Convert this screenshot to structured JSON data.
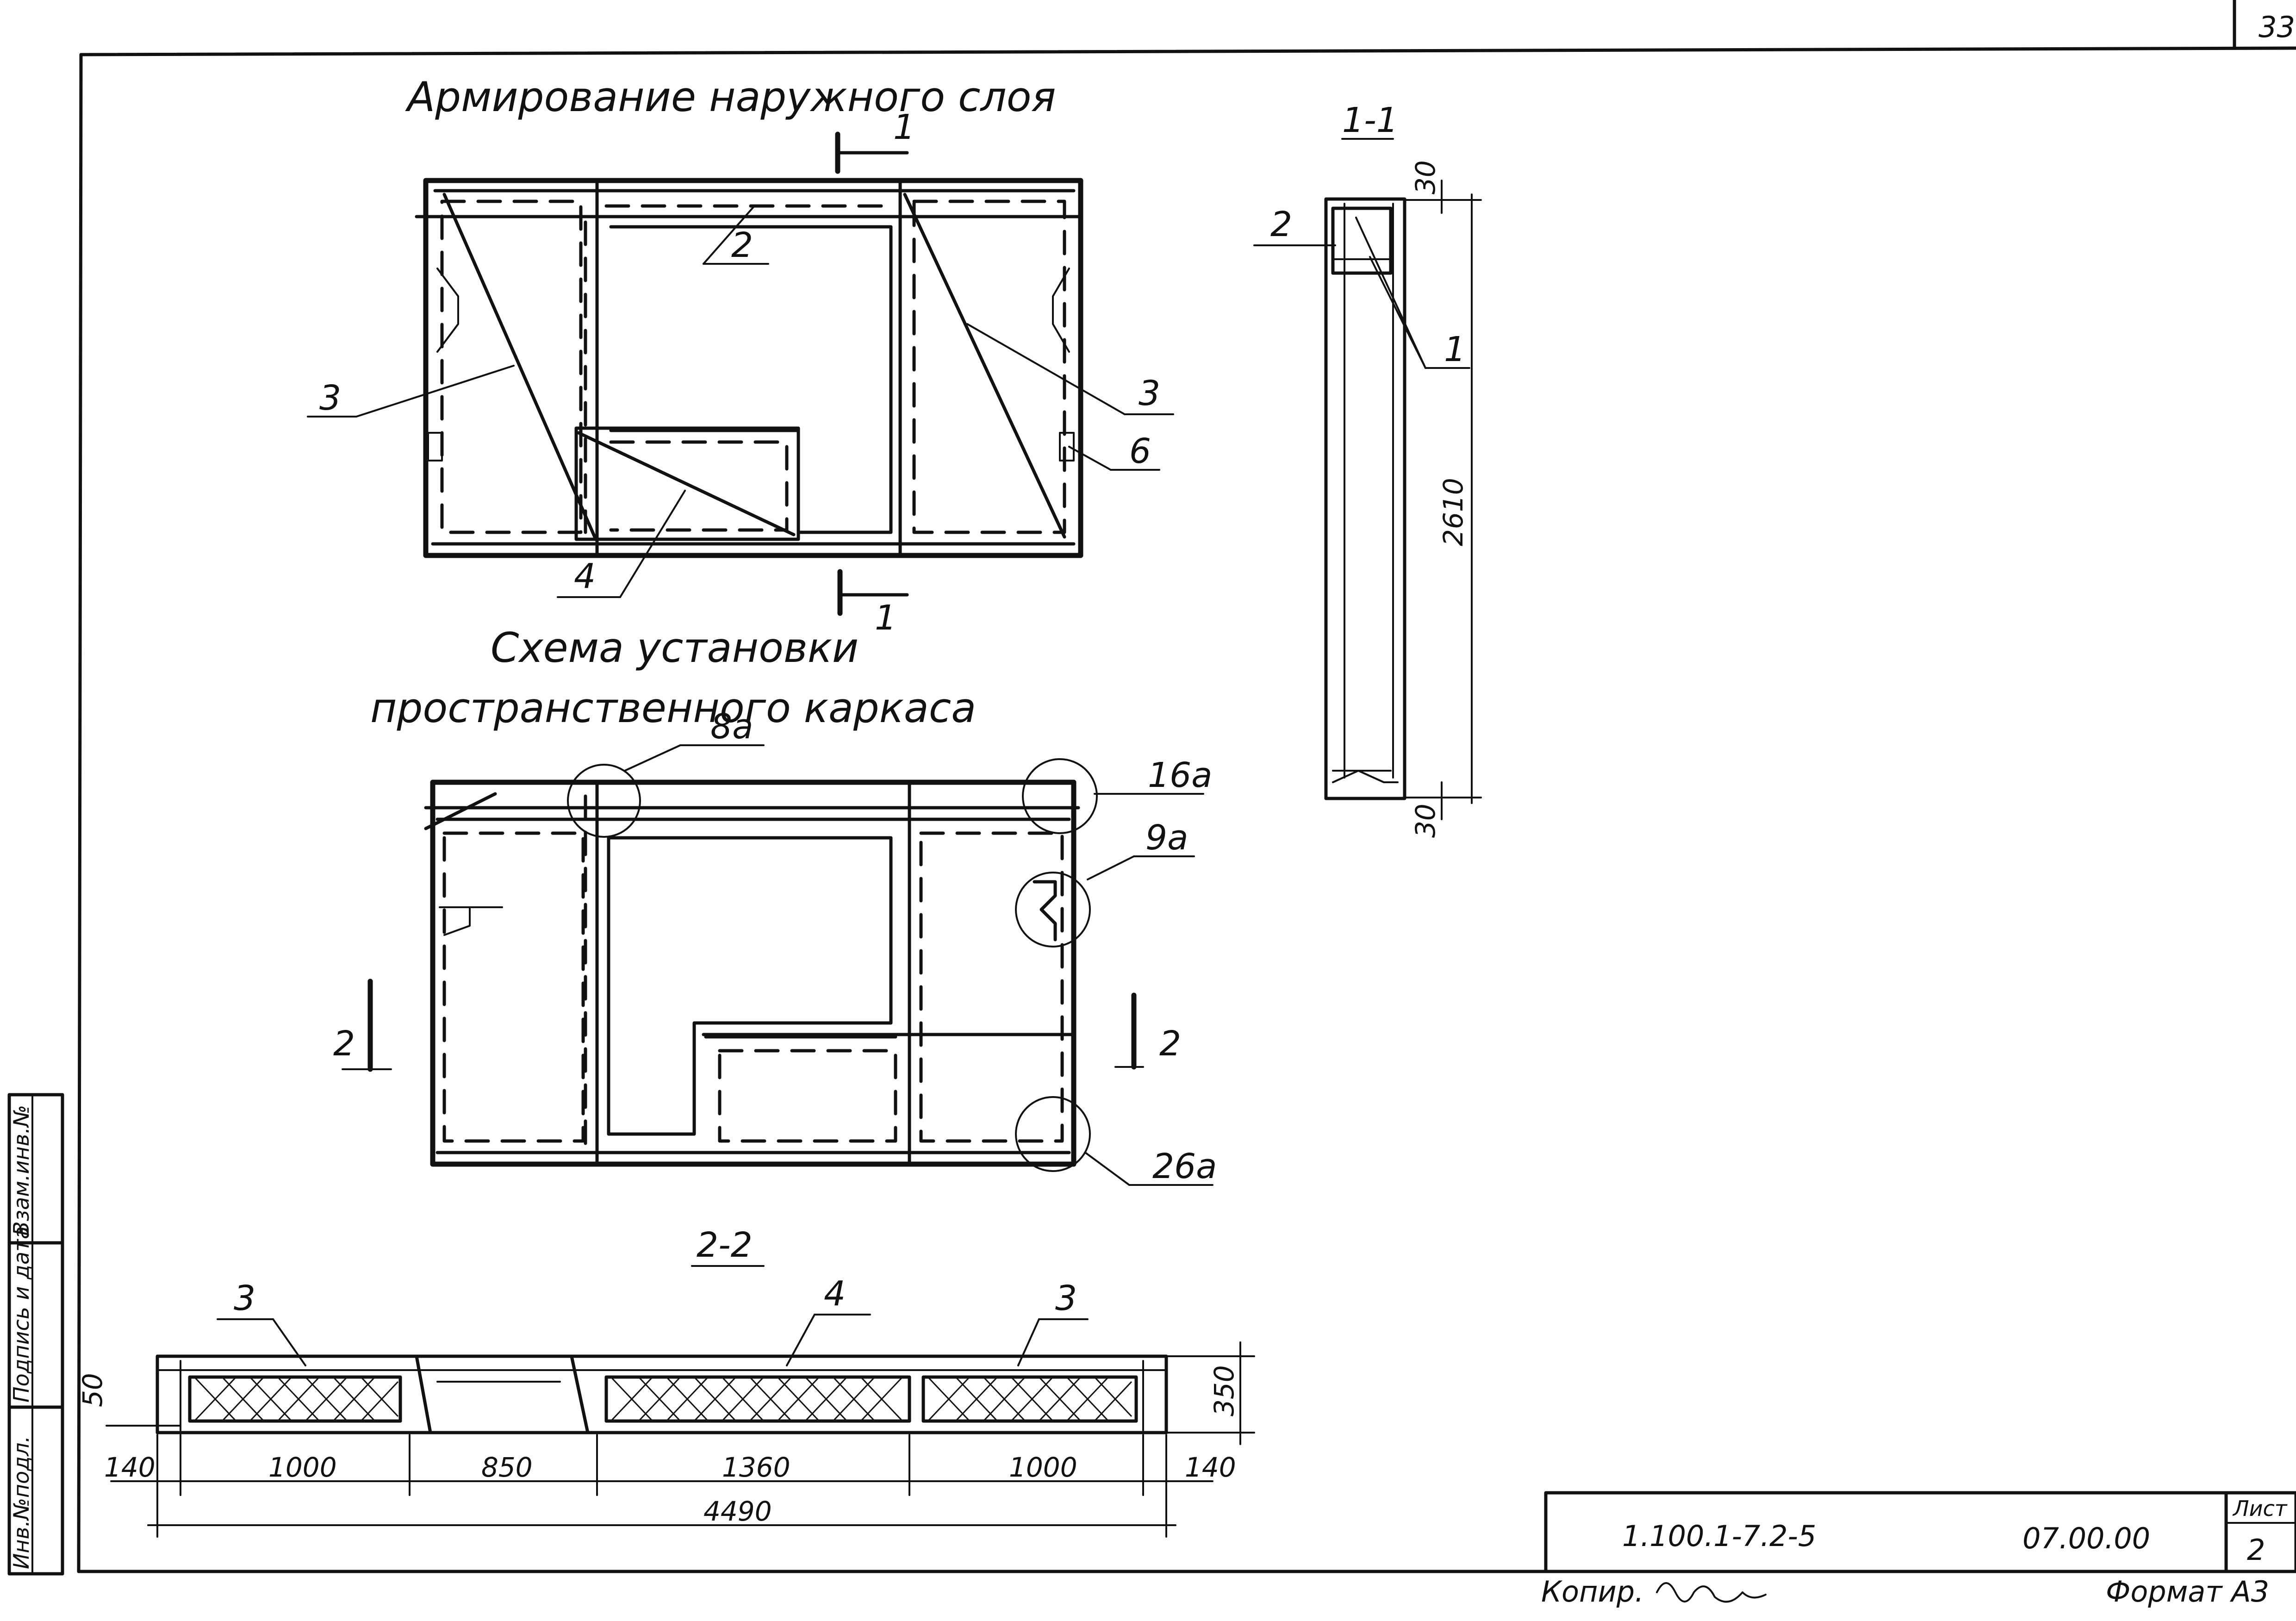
{
  "page_number": "33",
  "titles": {
    "outer_layer": "Армирование наружного слоя",
    "frame_scheme_1": "Схема установки",
    "frame_scheme_2": "пространственного каркаса"
  },
  "section_labels": {
    "s11": "1-1",
    "s22": "2-2"
  },
  "section_marks": {
    "one": "1",
    "two": "2"
  },
  "callouts": {
    "c1": "1",
    "c2": "2",
    "c3": "3",
    "c4": "4",
    "c6": "6",
    "n8a": "8а",
    "n9a": "9а",
    "n16a": "16а",
    "n26a": "26а"
  },
  "dims": {
    "d30": "30",
    "d2610": "2610",
    "d350": "350",
    "d50": "50",
    "d140": "140",
    "d1000": "1000",
    "d850": "850",
    "d1360": "1360",
    "d4490": "4490"
  },
  "stamp": {
    "code": "1.100.1-7.2-5",
    "number": "07.00.00",
    "sheet_label": "Лист",
    "sheet": "2",
    "copy": "Копир.",
    "format": "Формат А3"
  },
  "side_stamp": {
    "inv_orig": "Инв.№подл.",
    "sign_date": "Подпись и дата",
    "inv_repl": "Взам.инв.№"
  }
}
